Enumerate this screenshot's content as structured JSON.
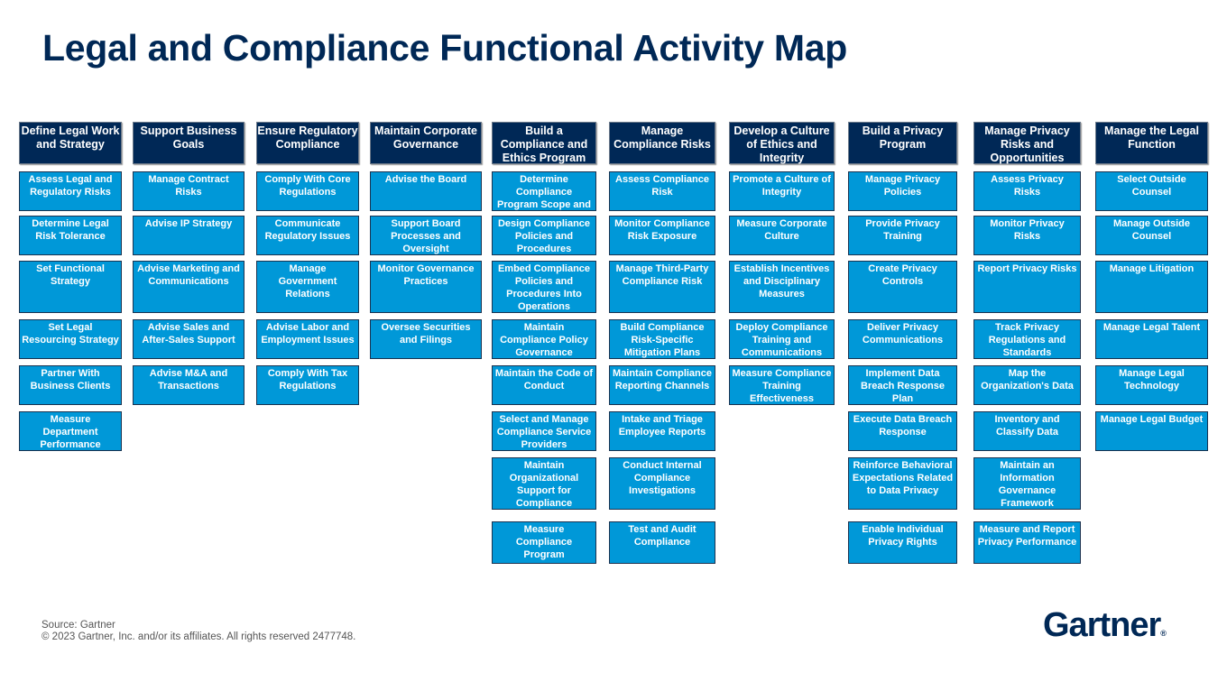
{
  "title": "Legal and Compliance Functional Activity Map",
  "colors": {
    "header": "#002856",
    "cell": "#0098d8",
    "title": "#002856"
  },
  "columns": [
    {
      "header": "Define Legal Work and Strategy",
      "items": [
        "Assess Legal and Regulatory Risks",
        "Determine Legal Risk Tolerance",
        "Set Functional Strategy",
        "Set Legal Resourcing Strategy",
        "Partner With Business Clients",
        "Measure Department Performance"
      ]
    },
    {
      "header": "Support Business Goals",
      "items": [
        "Manage Contract Risks",
        "Advise IP Strategy",
        "Advise Marketing and Communications",
        "Advise Sales and After-Sales Support",
        "Advise M&A and Transactions"
      ]
    },
    {
      "header": "Ensure Regulatory Compliance",
      "items": [
        "Comply With Core Regulations",
        "Communicate Regulatory Issues",
        "Manage Government Relations",
        "Advise Labor and Employment Issues",
        "Comply With Tax Regulations"
      ]
    },
    {
      "header": "Maintain Corporate Governance",
      "items": [
        "Advise the Board",
        "Support Board Processes and Oversight",
        "Monitor Governance Practices",
        "Oversee Securities and Filings"
      ]
    },
    {
      "header": "Build a Compliance and Ethics Program",
      "items": [
        "Determine Compliance Program Scope and Objective",
        "Design Compliance Policies and Procedures",
        "Embed Compliance Policies and Procedures Into Operations",
        "Maintain Compliance Policy Governance",
        "Maintain the Code of Conduct",
        "Select and Manage Compliance Service Providers",
        "Maintain Organizational Support for Compliance",
        "Measure Compliance Program Effectiveness"
      ]
    },
    {
      "header": "Manage Compliance Risks",
      "items": [
        "Assess Compliance Risk",
        "Monitor Compliance Risk Exposure",
        "Manage Third-Party Compliance Risk",
        "Build Compliance Risk-Specific Mitigation Plans",
        "Maintain Compliance Reporting Channels",
        "Intake and Triage Employee Reports",
        "Conduct Internal Compliance Investigations",
        "Test and Audit Compliance"
      ]
    },
    {
      "header": "Develop a Culture of Ethics and Integrity",
      "items": [
        "Promote a Culture of Integrity",
        "Measure Corporate Culture",
        "Establish Incentives and Disciplinary Measures",
        "Deploy Compliance Training and Communications",
        "Measure Compliance Training Effectiveness"
      ]
    },
    {
      "header": "Build a Privacy Program",
      "items": [
        "Manage Privacy Policies",
        "Provide Privacy Training",
        "Create Privacy Controls",
        "Deliver Privacy Communications",
        "Implement Data Breach Response Plan",
        "Execute Data Breach Response",
        "Reinforce Behavioral Expectations Related to Data Privacy",
        "Enable Individual Privacy Rights"
      ]
    },
    {
      "header": "Manage Privacy Risks and Opportunities",
      "items": [
        "Assess Privacy Risks",
        "Monitor Privacy Risks",
        "Report Privacy Risks",
        "Track Privacy Regulations and Standards",
        "Map the Organization's Data",
        "Inventory and Classify Data",
        "Maintain an Information Governance Framework",
        "Measure and Report Privacy Performance"
      ]
    },
    {
      "header": "Manage the Legal Function",
      "items": [
        "Select Outside Counsel",
        "Manage Outside Counsel",
        "Manage Litigation",
        "Manage Legal Talent",
        "Manage Legal Technology",
        "Manage Legal Budget"
      ]
    }
  ],
  "footer": {
    "source": "Source: Gartner",
    "copyright": "© 2023 Gartner, Inc. and/or its affiliates. All rights reserved 2477748."
  },
  "logo": "Gartner"
}
